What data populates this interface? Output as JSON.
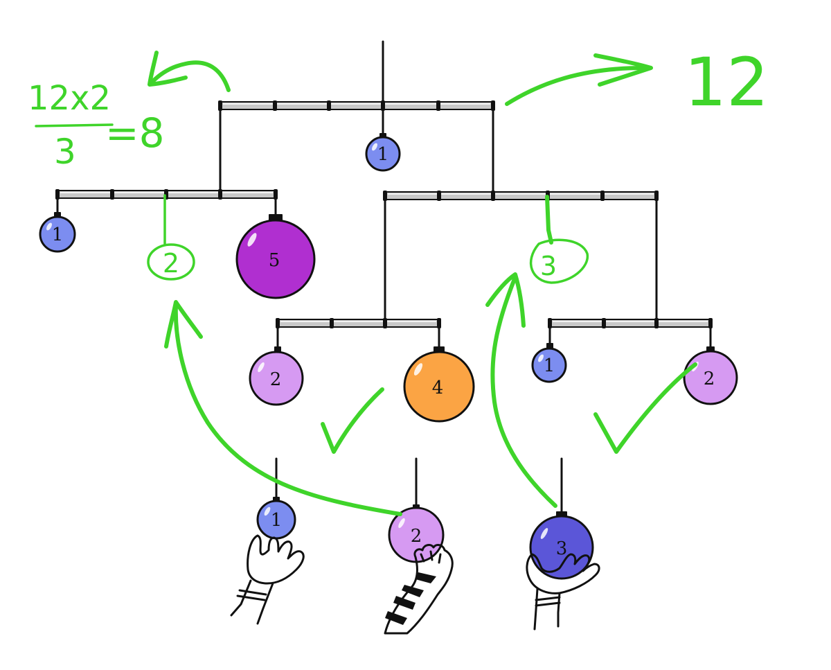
{
  "colors": {
    "blue": "#7c8df0",
    "lilac": "#d69af2",
    "purple": "#b02fd0",
    "orange": "#fba444",
    "indigo": "#5b56d8",
    "annotation_green": "#3fd42a"
  },
  "mobile": {
    "top_ornament": {
      "label": "1",
      "color": "blue"
    },
    "left_arm": {
      "ornaments": [
        {
          "label": "1",
          "color": "blue"
        },
        {
          "label": "5",
          "color": "purple"
        }
      ],
      "missing_slot_label": "2"
    },
    "center_sub_arm": {
      "ornaments": [
        {
          "label": "2",
          "color": "lilac"
        },
        {
          "label": "4",
          "color": "orange"
        }
      ]
    },
    "right_arm": {
      "missing_slot_label": "3"
    },
    "right_sub_arm": {
      "ornaments": [
        {
          "label": "1",
          "color": "blue"
        },
        {
          "label": "2",
          "color": "lilac"
        }
      ]
    }
  },
  "held_ornaments": [
    {
      "label": "1",
      "color": "blue"
    },
    {
      "label": "2",
      "color": "lilac"
    },
    {
      "label": "3",
      "color": "indigo"
    }
  ],
  "annotations": {
    "fraction_numerator": "12x2",
    "fraction_denominator": "3",
    "fraction_result": "=8",
    "total_weight": "12"
  }
}
